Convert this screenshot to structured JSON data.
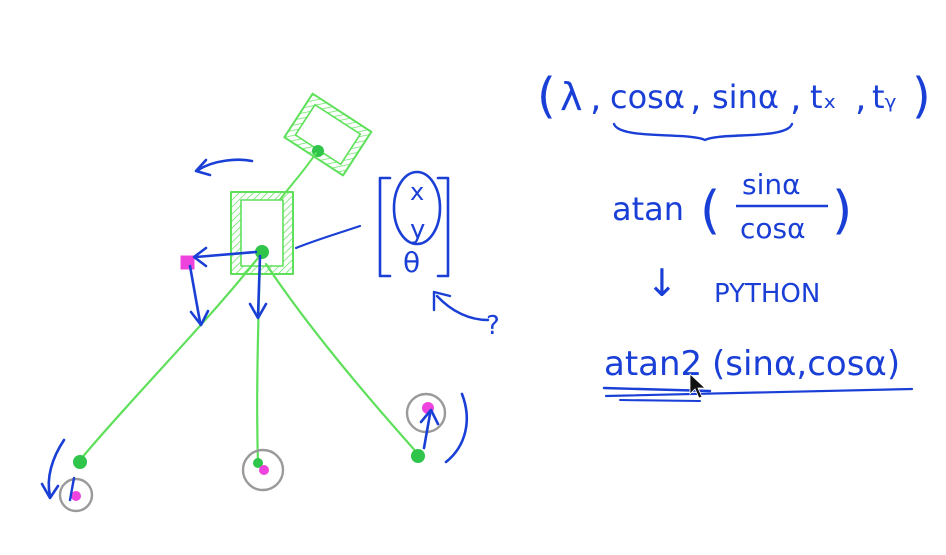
{
  "canvas": {
    "background": "#ffffff",
    "ink_green": "#5ee05a",
    "ink_blue": "#1a3fd6",
    "ink_magenta": "#ee44dd",
    "ink_gray": "#9a9a9a"
  },
  "left": {
    "pose_vector": {
      "x": "x",
      "y": "y",
      "theta": "θ"
    },
    "question_mark": "?"
  },
  "right": {
    "tuple": {
      "open": "(",
      "lambda": "λ",
      "cos": "cosα",
      "sin": "sinα",
      "tx": "tₓ",
      "ty": "tᵧ",
      "close": ")",
      "comma": ","
    },
    "atan": {
      "func": "atan",
      "numerator": "sinα",
      "denominator": "cosα"
    },
    "arrow": "↓",
    "python": "PYTHON",
    "atan2": {
      "func": "atan2",
      "args": "(sinα,cosα)"
    }
  }
}
